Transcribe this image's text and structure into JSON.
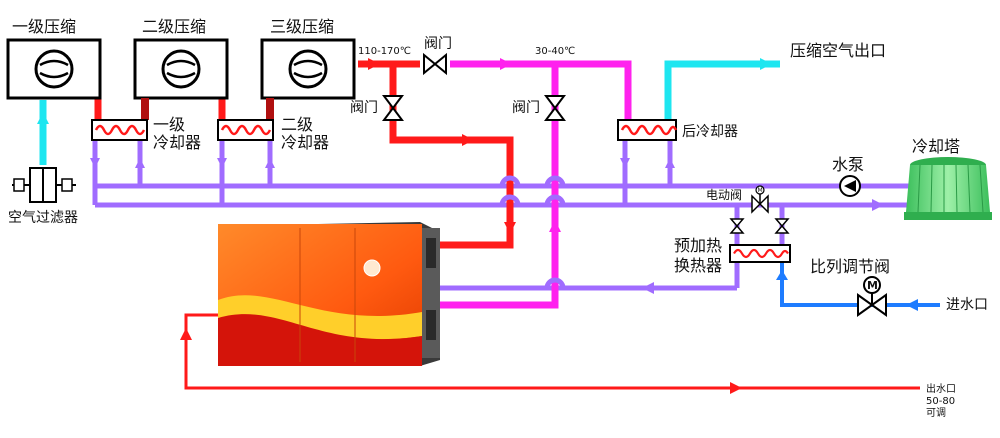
{
  "labels": {
    "stage1": "一级压缩",
    "stage2": "二级压缩",
    "stage3": "三级压缩",
    "cooler1_a": "一级",
    "cooler1_b": "冷却器",
    "cooler2_a": "二级",
    "cooler2_b": "冷却器",
    "after_cooler": "后冷却器",
    "air_filter": "空气过滤器",
    "temp_hot": "110-170℃",
    "temp_warm": "30-40℃",
    "valve_top": "阀门",
    "valve_left": "阀门",
    "valve_mid": "阀门",
    "air_outlet": "压缩空气出口",
    "cooling_tower": "冷却塔",
    "pump": "水泵",
    "electric_valve": "电动阀",
    "preheat_a": "预加热",
    "preheat_b": "换热器",
    "prop_valve": "比列调节阀",
    "prop_valve_mark": "M",
    "electric_valve_mark": "M",
    "water_in": "进水口",
    "water_out_a": "出水口",
    "water_out_b": "50-80",
    "water_out_c": "可调"
  },
  "colors": {
    "red": "#ff1a1a",
    "magenta": "#ff22ee",
    "cyan": "#1ee6f0",
    "purple": "#a06cff",
    "blue": "#1e7cff",
    "machine": "#ff6a1a",
    "tower": "#5fd47a"
  }
}
